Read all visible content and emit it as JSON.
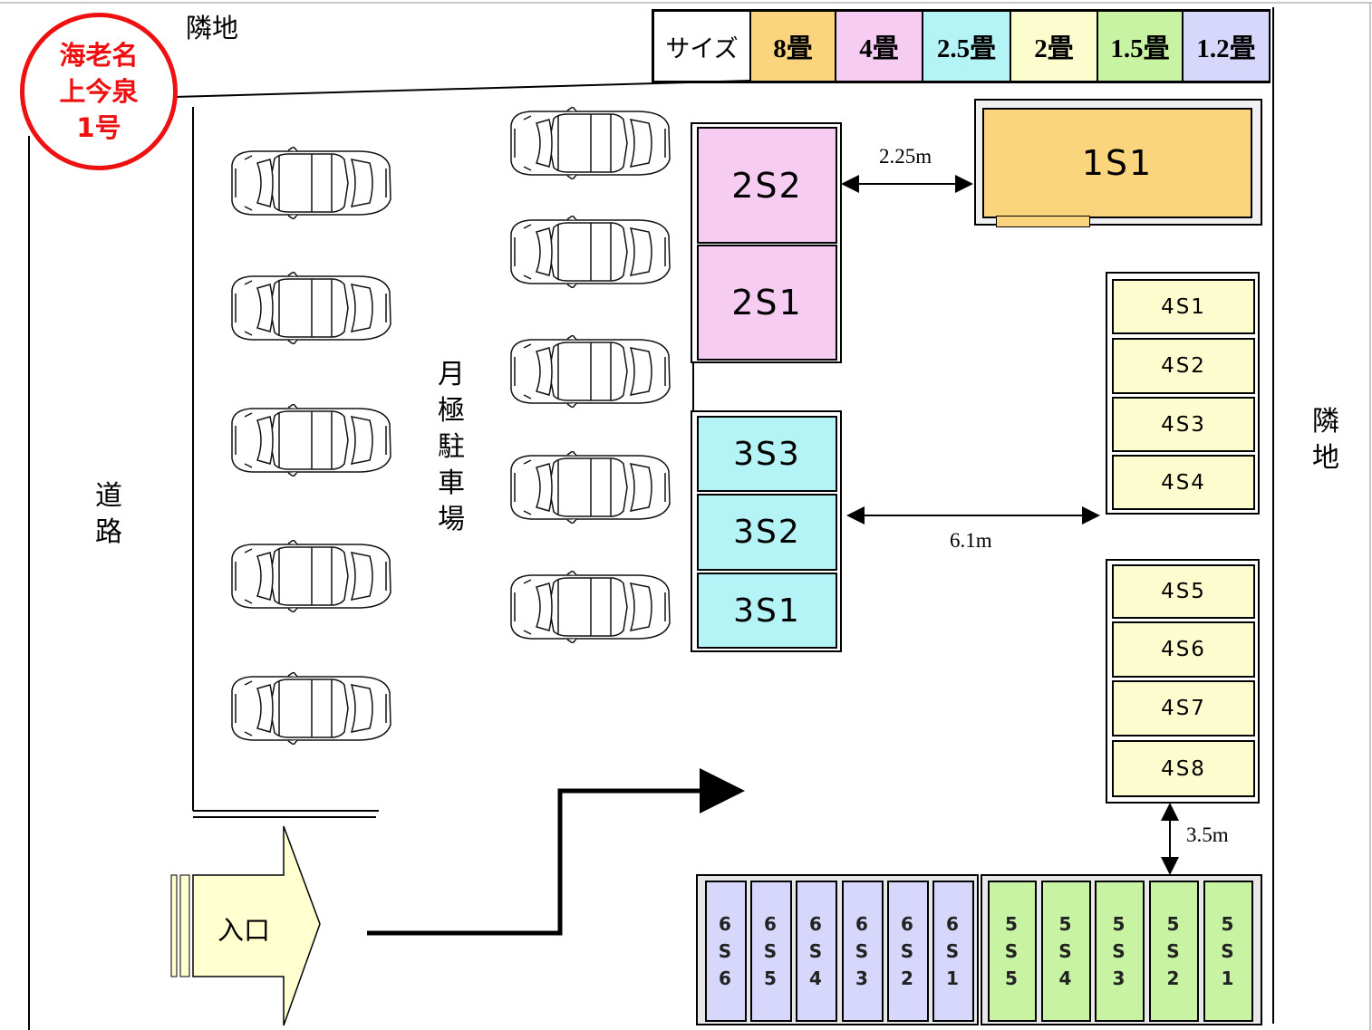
{
  "badge": {
    "lines": [
      "海老名",
      "上今泉",
      "1号"
    ],
    "color": "#ee1111"
  },
  "labels": {
    "neighbor_top": "隣地",
    "neighbor_right": [
      "隣",
      "地"
    ],
    "road": [
      "道",
      "路"
    ],
    "parking": [
      "月",
      "極",
      "駐",
      "車",
      "場"
    ],
    "entrance": "入口"
  },
  "legend": {
    "header": "サイズ",
    "items": [
      {
        "label": "8畳",
        "color": "#fad57e"
      },
      {
        "label": "4畳",
        "color": "#f6ccf3"
      },
      {
        "label": "2.5畳",
        "color": "#b5f4f6"
      },
      {
        "label": "2畳",
        "color": "#fdfccf"
      },
      {
        "label": "1.5畳",
        "color": "#c7f3a2"
      },
      {
        "label": "1.2畳",
        "color": "#d7d7fb"
      }
    ]
  },
  "dimensions": {
    "d1": "2.25m",
    "d2": "6.1m",
    "d3": "3.5m"
  },
  "units": {
    "u1": "1S1",
    "u2": [
      "2S2",
      "2S1"
    ],
    "u3": [
      "3S3",
      "3S2",
      "3S1"
    ],
    "u4a": [
      "4S1",
      "4S2",
      "4S3",
      "4S4"
    ],
    "u4b": [
      "4S5",
      "4S6",
      "4S7",
      "4S8"
    ],
    "u6": [
      [
        "6",
        "S",
        "6"
      ],
      [
        "6",
        "S",
        "5"
      ],
      [
        "6",
        "S",
        "4"
      ],
      [
        "6",
        "S",
        "3"
      ],
      [
        "6",
        "S",
        "2"
      ],
      [
        "6",
        "S",
        "1"
      ]
    ],
    "u5": [
      [
        "5",
        "S",
        "5"
      ],
      [
        "5",
        "S",
        "4"
      ],
      [
        "5",
        "S",
        "3"
      ],
      [
        "5",
        "S",
        "2"
      ],
      [
        "5",
        "S",
        "1"
      ]
    ]
  }
}
